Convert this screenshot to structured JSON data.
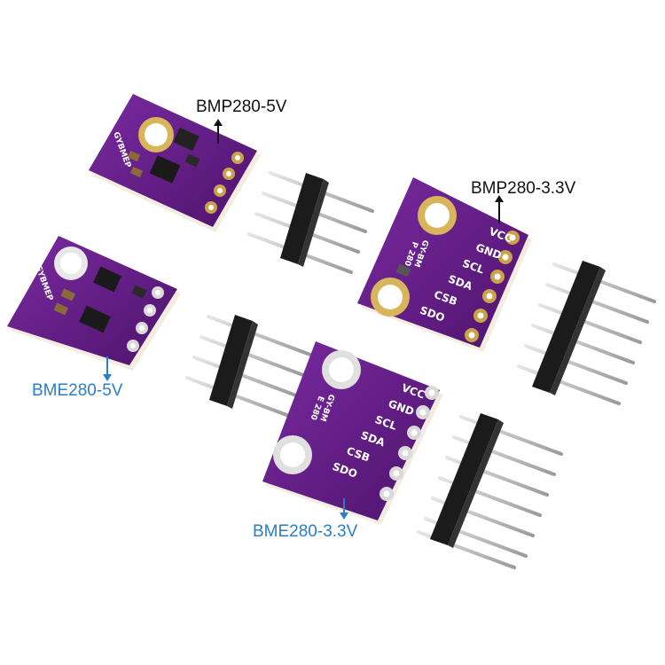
{
  "callouts": {
    "bmp_5v": "BMP280-5V",
    "bmp_33v": "BMP280-3.3V",
    "bme_5v": "BME280-5V",
    "bme_33v": "BME280-3.3V"
  },
  "silkscreen": {
    "brand": "GYBMEP",
    "pins": [
      "VCC",
      "GND",
      "SCL",
      "SDA",
      "CSB",
      "SDO"
    ],
    "bmp_model": "GY-BM",
    "bmp_part": "P 280",
    "bme_model": "GY-BM",
    "bme_part": "E 280"
  },
  "colors": {
    "pcb": "#6a1f8c",
    "pad": "#c9a24a",
    "header": "#1b1b1b",
    "pin": "#c8c8c8",
    "callout_black": "#111111",
    "callout_blue": "#2b7fc4"
  }
}
